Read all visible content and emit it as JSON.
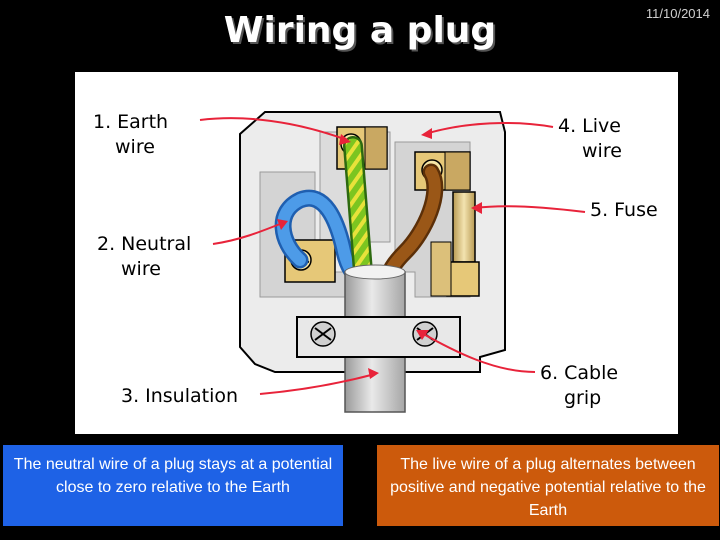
{
  "header": {
    "date": "11/10/2014",
    "title": "Wiring a plug"
  },
  "labels": [
    {
      "number": "1.",
      "line1": "Earth",
      "line2": "wire"
    },
    {
      "number": "2.",
      "line1": "Neutral",
      "line2": "wire"
    },
    {
      "number": "3.",
      "line1": "Insulation",
      "line2": ""
    },
    {
      "number": "4.",
      "line1": "Live",
      "line2": "wire"
    },
    {
      "number": "5.",
      "line1": "Fuse",
      "line2": ""
    },
    {
      "number": "6.",
      "line1": "Cable",
      "line2": "grip"
    }
  ],
  "info_boxes": {
    "neutral_text": "The neutral wire of a plug stays at a potential close to zero relative to the Earth",
    "live_text": "The live wire of a plug alternates between positive and negative potential relative to the Earth"
  },
  "colors": {
    "neutral_box": "#1e62e6",
    "live_box": "#cc5a0c",
    "earth_wire": "#9ad62a",
    "neutral_wire": "#3f8de6",
    "live_wire": "#8a4b12",
    "arrow": "#e8233a"
  }
}
